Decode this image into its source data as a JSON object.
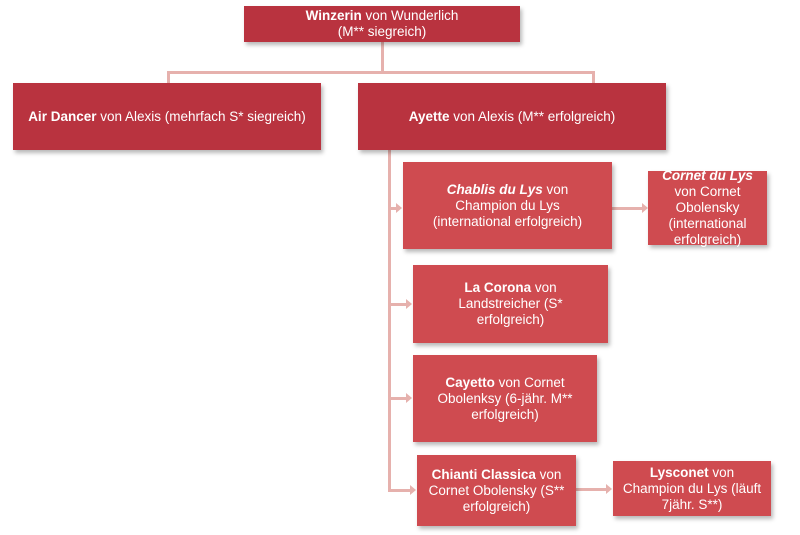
{
  "root": {
    "name": "Winzerin",
    "rest": " von Wunderlich",
    "line2": "(M** siegreich)"
  },
  "air_dancer": {
    "name": "Air Dancer",
    "rest": " von Alexis  (mehrfach S* siegreich)"
  },
  "ayette": {
    "name": "Ayette",
    "rest": " von Alexis (M** erfolgreich)"
  },
  "chablis": {
    "name": "Chablis du Lys",
    "rest": " von Champion du Lys (international erfolgreich)"
  },
  "cornet": {
    "name": "Cornet du Lys",
    "rest": " von Cornet Obolensky (international erfolgreich)"
  },
  "la_corona": {
    "name": "La Corona",
    "rest": " von Landstreicher  (S* erfolgreich)"
  },
  "cayetto": {
    "name": "Cayetto",
    "rest": " von Cornet Obolenksy (6-jähr. M** erfolgreich)"
  },
  "chianti": {
    "name": "Chianti Classica",
    "rest": "  von Cornet Obolensky (S** erfolgreich)"
  },
  "lysconet": {
    "name": "Lysconet",
    "rest": " von Champion du Lys (läuft 7jähr. S**)"
  },
  "colors": {
    "dark_box": "#b9333f",
    "light_box": "#cf4b50",
    "connector": "#e6b1ad"
  }
}
